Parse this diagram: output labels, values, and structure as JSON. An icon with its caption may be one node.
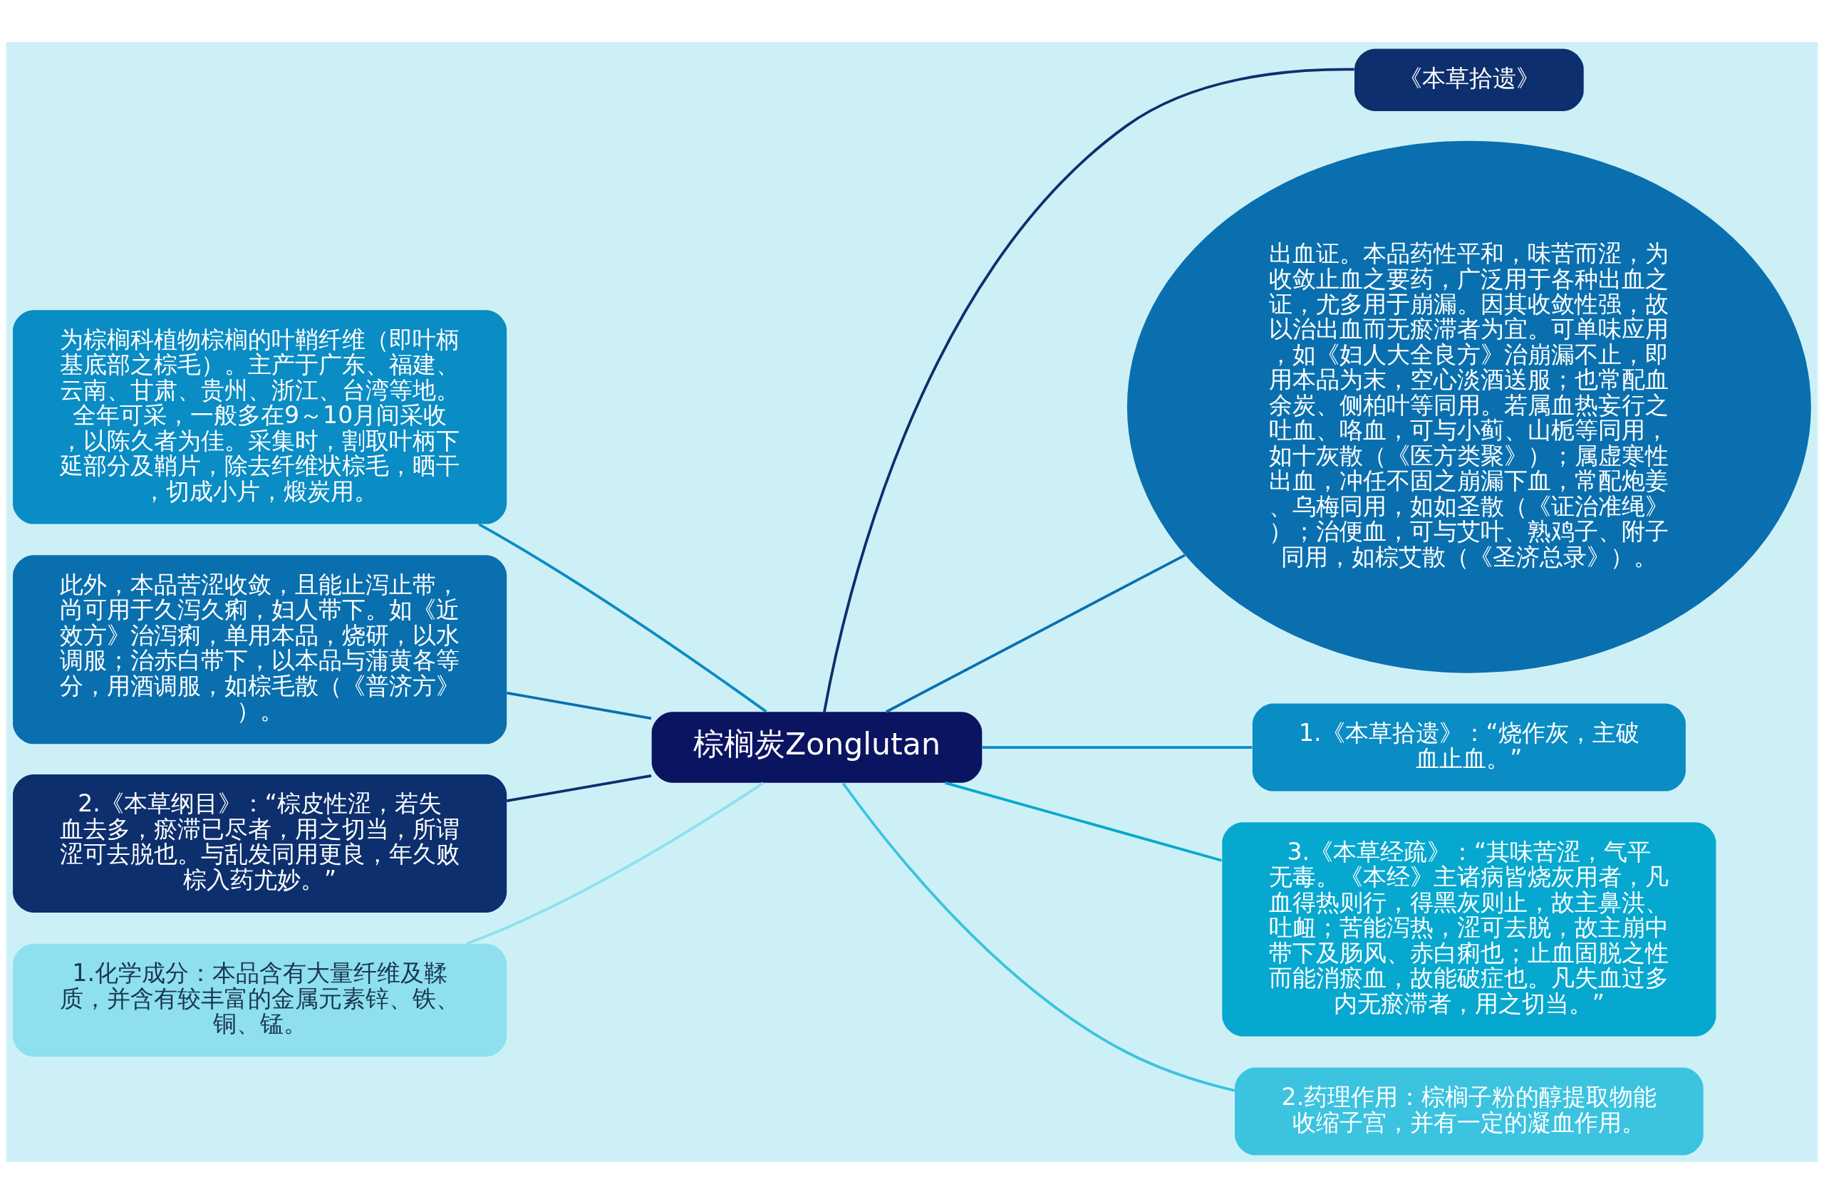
{
  "diagram": {
    "nodes": [
      {
        "text": [
          "棕榈炭Zonglutan"
        ]
      },
      {
        "text": [
          "《本草拾遗》"
        ]
      },
      {
        "text": [
          "出血证。本品药性平和，味苦而涩，为收敛止血之要药，广泛用于各种出血之证，尤多用于崩漏。因其收敛性强，故以治出血而无瘀滞者为宜。可单味应用，如《妇人大全良方》治崩漏不止，即用本品为末，空心淡酒送服；也常配血余炭、侧柏叶等同用。若属血热妄行之吐血、咯血，可与小蓟、山栀等同用，如十灰散（《医方类聚》）；属虚寒性出血，冲任不固之崩漏下血，常配炮姜、乌梅同用，如如圣散（《证治准绳》）；治便血，可与艾叶、熟鸡子、附子同用，如棕艾散（《圣济总录》）。"
        ]
      },
      {
        "text": [
          "1.《本草拾遗》：“烧作灰，主破血止血。”"
        ]
      },
      {
        "text": [
          "3.《本草经疏》：“其味苦涩，气平无毒。《本经》主诸病皆烧灰用者，凡血得热则行，得黑灰则止，故主鼻洪、吐衄；苦能泻热，涩可去脱，故主崩中带下及肠风、赤白痢也；止血固脱之性而能消瘀血，故能破症也。凡失血过多内无瘀滞者，用之切当。”"
        ]
      },
      {
        "text": [
          "2.药理作用：棕榈子粉的醇提取物能收缩子宫，并有一定的凝血作用。"
        ]
      },
      {
        "text": [
          "为棕榈科植物棕榈的叶鞘纤维（即叶柄基底部之棕毛）。主产于广东、福建、云南、甘肃、贵州、浙江、台湾等地。全年可采，一般多在9～10月间采收，以陈久者为佳。采集时，割取叶柄下延部分及鞘片，除去纤维状棕毛，晒干，切成小片，煅炭用。"
        ]
      },
      {
        "text": [
          "此外，本品苦涩收敛，且能止泻止带，尚可用于久泻久痢，妇人带下。如《近效方》治泻痢，单用本品，烧研，以水调服；治赤白带下，以本品与蒲黄各等分，用酒调服，如棕毛散（《普济方》）。"
        ]
      },
      {
        "text": [
          "2.《本草纲目》：“棕皮性涩，若失血去多，瘀滞已尽者，用之切当，所谓涩可去脱也。与乱发同用更良，年久败棕入药尤妙。”"
        ]
      },
      {
        "text": [
          "1.化学成分：本品含有大量纤维及鞣质，并含有较丰富的金属元素锌、铁、铜、锰。"
        ]
      }
    ],
    "edges": [
      {
        "from": 0,
        "to": 1,
        "arrow": "none",
        "color": "#0d2f6e"
      },
      {
        "from": 0,
        "to": 2,
        "arrow": "none",
        "color": "#0a6fae"
      },
      {
        "from": 0,
        "to": 3,
        "arrow": "none",
        "color": "#0a8cc4"
      },
      {
        "from": 0,
        "to": 4,
        "arrow": "none",
        "color": "#07a8cf"
      },
      {
        "from": 0,
        "to": 5,
        "arrow": "none",
        "color": "#3cc3e0"
      },
      {
        "from": 6,
        "to": 0,
        "arrow": "none",
        "color": "#0a8cc4"
      },
      {
        "from": 7,
        "to": 0,
        "arrow": "none",
        "color": "#0a6fae"
      },
      {
        "from": 8,
        "to": 0,
        "arrow": "none",
        "color": "#0d2f6e"
      },
      {
        "from": 9,
        "to": 0,
        "arrow": "none",
        "color": "#8ee0ef"
      }
    ]
  }
}
